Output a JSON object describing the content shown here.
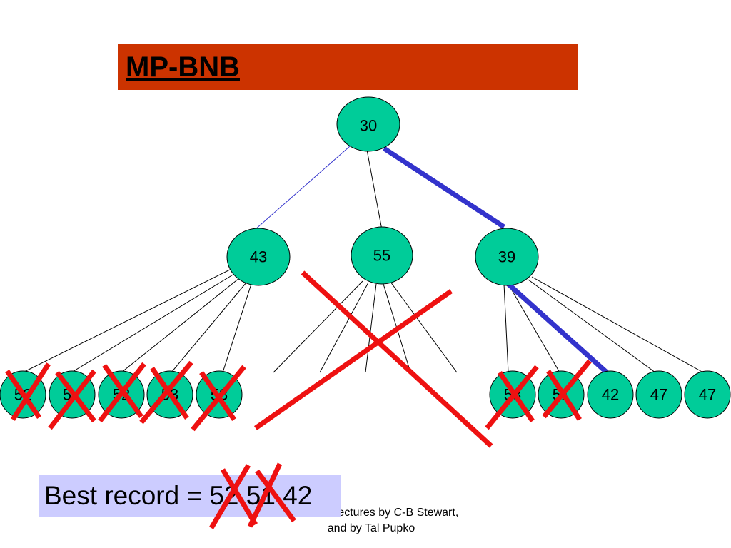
{
  "title": "MP-BNB",
  "tree": {
    "root": "30",
    "level1": [
      "43",
      "55",
      "39"
    ],
    "leaves_left": [
      "52",
      "5",
      "52",
      "53",
      "53"
    ],
    "leaves_right": [
      "53",
      "51",
      "42",
      "47",
      "47"
    ]
  },
  "best_record": "Best record = 52 51 42",
  "footer": {
    "line1": "Based on lectures by C-B Stewart,",
    "line2": "and by Tal Pupko"
  },
  "colors": {
    "title_bg": "#cc3300",
    "node_fill": "#00cc99",
    "highlight_edge": "#3333cc",
    "cross": "#ee1111",
    "best_box_bg": "#ccccff"
  }
}
